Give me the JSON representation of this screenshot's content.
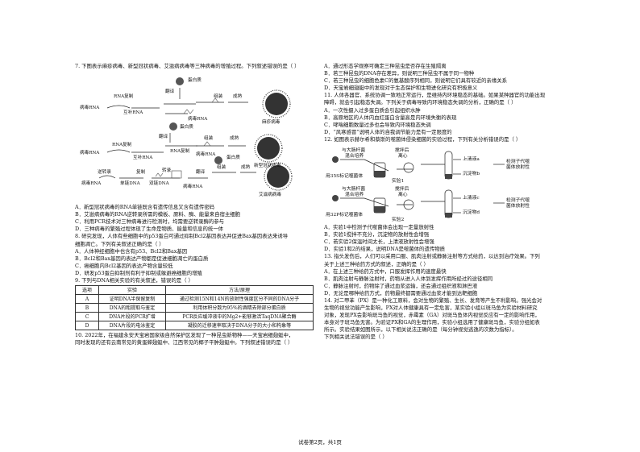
{
  "left": {
    "q7_stem": "7. 下图表示麻疹病毒、新型冠状病毒、艾滋病病毒等三种病毒的增殖过程。下列叙述错误的是（    ）",
    "diagram1": {
      "labels": [
        "翻译",
        "蛋白质",
        "RNA复制",
        "组装",
        "成熟",
        "病毒RNA",
        "互补RNA",
        "病毒RNA",
        "麻疹病毒"
      ]
    },
    "diagram2": {
      "labels": [
        "蛋白质",
        "翻译",
        "RNA复制",
        "RNA复制",
        "组装",
        "成熟",
        "病毒RNA",
        "互补RNA",
        "病毒RNA",
        "新型冠状病毒"
      ]
    },
    "diagram3": {
      "labels": [
        "逆转录",
        "复制",
        "转录",
        "蛋白质",
        "组装",
        "成熟",
        "病毒RNA",
        "单链DNA",
        "双链DNA",
        "病毒RNA",
        "艾滋病病毒",
        "翻译"
      ]
    },
    "q7_options": [
      "A．新型冠状病毒的RNA单链既含有遗传信息又含有遗传密码",
      "B．艾滋病病毒的RNA逆转录所需的模板、原料、酶、能量来自宿主细胞",
      "C．利用PCR技术对三种病毒进行检测时，均需要逆转录酶的参与",
      "D．三种病毒的繁殖过程体现了生命是物质、能量和信息的统一体"
    ],
    "q8_stem": [
      "8. 研究发现，人体有些细胞中的p53蛋白可通过抑制Bcl2基因表达并促进Bax基因表达来诱导",
      "细胞凋亡。下列有关叙述正确的是（    ）"
    ],
    "q8_options": [
      "A．人体神经细胞中也含有p53、Bcl2和Bax基因",
      "B．Bcl2和Bax基因的表达产物都是促进细胞凋亡的蛋白质",
      "C．癌细胞内Bcl2基因的表达产物含量较低",
      "D．研发p53蛋白抑制剂有利于抑制或躲避癌细胞的增殖"
    ],
    "q9_stem": "9. 下列与DNA相关实验的有关叙述，错误的是（    ）",
    "table": {
      "headers": [
        "选项",
        "实验",
        "方法/原理"
      ],
      "rows": [
        [
          "A",
          "证明DNA半保留复制",
          "通过检测15N和14N的放射性强度区分不同的DNA分子"
        ],
        [
          "B",
          "DNA的粗提取与鉴定",
          "利用体积分数为95%的酒精去除部分蛋白质"
        ],
        [
          "C",
          "DNA片段的PCR扩增",
          "PCR反应缓冲液中的Mg2+能够激活TaqDNA聚合酶"
        ],
        [
          "D",
          "DNA片段的电泳鉴定",
          "凝胶的迁移速率取决于DNA分子的大小和构象等"
        ]
      ]
    },
    "q10_stem": [
      "10. 2022年，在福建永安天宝岩国家级自然保护区发现了一种昆虫新物种——天宝岩细翅蜓中，",
      "同时发现的还有云南常见的黄蛋蝉翅蜓中、江西常见的椰子平肿翅蜓中。下列叙述错误的是（    ）"
    ]
  },
  "right": {
    "q10_options": [
      "A．通过形态学观察可确定三种昆虫是否存在生殖隔离",
      "B．若三种昆虫的DNA存在差异，则说明三种昆虫不属于同一物种",
      "C．若三种昆虫的细胞色素C的氨基酸序列相同，则说明它们具有较近的亲缘关系",
      "D．天宝岩细翅蜓中的发现对于生态保护和生物进化研究有积极意义"
    ],
    "q11_stem": [
      "11. 人体各器官、系统协调一致地正常运行，是维持内环境稳态的基础。如果某种器官的功能出现",
      "障碍，就会引起稳态失调。下列关于病毒导致内环境稳态失调的分析，正确的是（    ）"
    ],
    "q11_options": [
      "A．一次性摄入过多蛋白质会引起组织水肿",
      "B．高原地区的人体内血红蛋白含量高是内环境失衡的表现",
      "C．哮喘细胞数量过多也会导致内环境稳态失调",
      "D．“风寒感冒”说明人体的自我调节能力是有一定限度的"
    ],
    "q12_stem": "12. 如图表示赫尔希和蔡斯的噬菌体侵染细菌的实验过程，下列有关分析错误的是（    ）",
    "exp1": {
      "labels": [
        "与大肠杆菌",
        "混合培养",
        "搅拌后",
        "离心",
        "上清液a",
        "沉淀物b",
        "检测子代噬",
        "菌体放射性",
        "用35S标记噬菌体",
        "实验1"
      ]
    },
    "exp2": {
      "labels": [
        "与大肠杆菌",
        "混合培养",
        "搅拌后",
        "离心",
        "上清液c",
        "沉淀物d",
        "检测子代噬",
        "菌体放射性",
        "用32P标记噬菌体",
        "实验2"
      ]
    },
    "q12_options": [
      "A．实验1中检测子代噬菌体会出现一定量放射性",
      "B．实验1搅拌不充分，沉淀物的放射性会增强",
      "C．若实验2保温时间太长，上清液放射性会增强",
      "D．实验1和2的结果，说明DNA是噬菌体的遗传物质"
    ],
    "q13_stem": [
      "13. 指头发伤后，人们可以采用口服、肌肉注射或静脉注射等方式给药，以达到治疗效果。下列",
      "关于上述三种给药方式的叙述，正确的是（    ）"
    ],
    "q13_options": [
      "A．在上述三种给药方式中，口服发挥作用的速度最快",
      "B．肌肉注射与静脉注射时，药物从进入人体到发挥作用所经过的途径相同",
      "C．静脉注射时，药物除了通过血浆运输，还会通过组织液和淋巴液",
      "D．无论是哪种给药方式，药物最终都需要通过血浆才能到达靶细胞"
    ],
    "q14_stem": [
      "14. 对二甲苯（PX）是一种化工原料，会对生物的繁殖、生长、发育等产生不利影响。强光会对",
      "生物的视觉功能产生影响，PX对人体健康具有一定危害，某实验小组以斑马鱼为实验材料研究",
      "对象，发现PX会影响斑马鱼的视觉，赤霉素（GA）对斑马鱼体内视觉反应有一定的影响作用，",
      "本身对于斑马鱼无害。为验证PX和GA的生理作用，实验小组选用了健康斑马鱼，实验分组如表",
      "所示。实验结果如图所示，以下相关说法正确的是（每分钟视觉逃逸的次数为指标）。",
      "下列相关说法错误的是（    ）"
    ]
  },
  "footer": "试卷第2页，共1页"
}
